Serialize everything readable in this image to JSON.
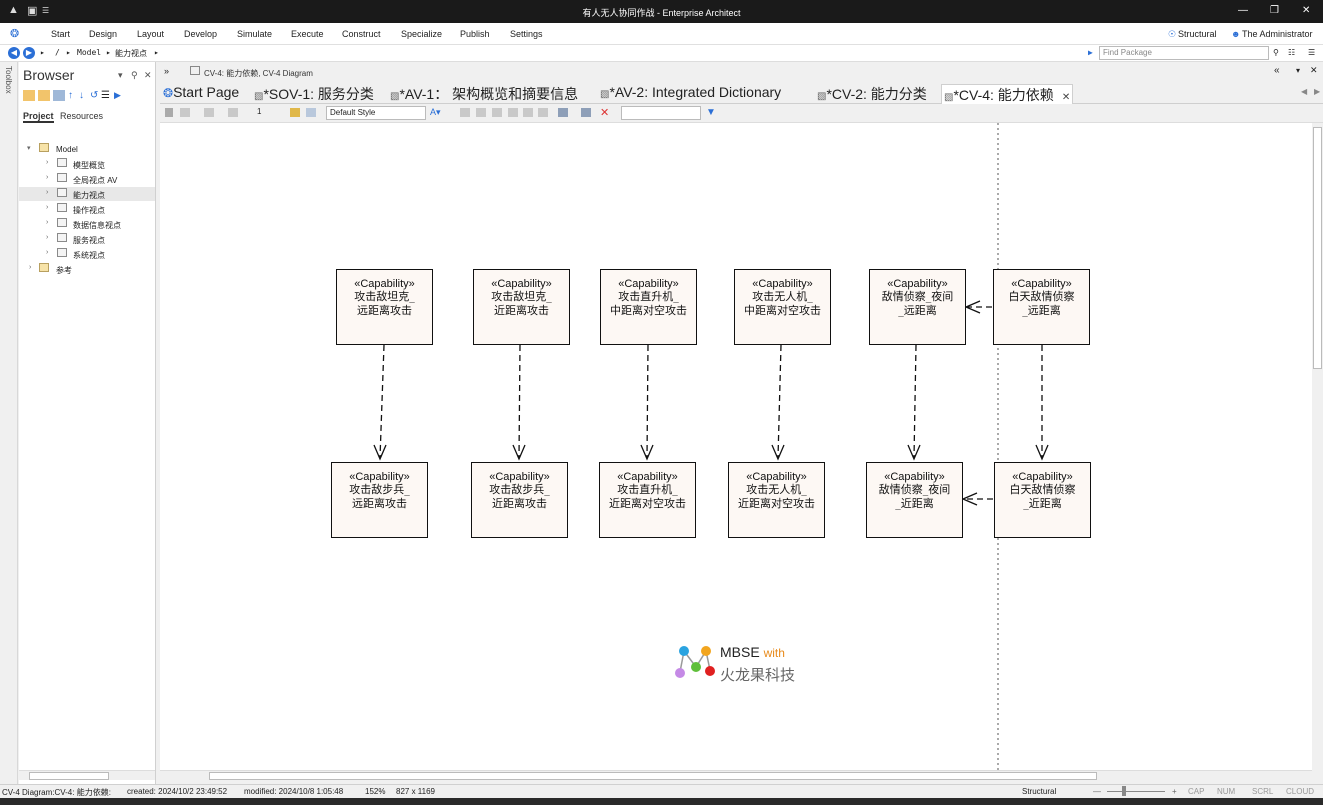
{
  "window": {
    "title": "有人无人协同作战 - Enterprise Architect"
  },
  "menu": {
    "items": [
      "Start",
      "Design",
      "Layout",
      "Develop",
      "Simulate",
      "Execute",
      "Construct",
      "Specialize",
      "Publish",
      "Settings"
    ],
    "perspective": "Structural",
    "user": "The Administrator"
  },
  "nav": {
    "path_sep": "/",
    "crumb_model": "Model",
    "crumb_view": "能力视点",
    "find_placeholder": "Find Package"
  },
  "toolbox": {
    "label": "Toolbox"
  },
  "browser": {
    "title": "Browser",
    "tabs": [
      "Project",
      "Resources"
    ],
    "tree": [
      {
        "label": "Model",
        "level": 0,
        "kind": "folder",
        "expanded": true
      },
      {
        "label": "模型概览",
        "level": 1,
        "kind": "package"
      },
      {
        "label": "全局视点 AV",
        "level": 1,
        "kind": "package"
      },
      {
        "label": "能力视点",
        "level": 1,
        "kind": "package",
        "selected": true
      },
      {
        "label": "操作视点",
        "level": 1,
        "kind": "package"
      },
      {
        "label": "数据信息视点",
        "level": 1,
        "kind": "package"
      },
      {
        "label": "服务视点",
        "level": 1,
        "kind": "package"
      },
      {
        "label": "系统视点",
        "level": 1,
        "kind": "package"
      },
      {
        "label": "参考",
        "level": 0,
        "kind": "folder"
      }
    ]
  },
  "diagram_header": "CV-4: 能力依赖,  CV-4 Diagram",
  "tabs": [
    {
      "label": "Start Page",
      "active": false
    },
    {
      "label": "*SOV-1: 服务分类",
      "active": false
    },
    {
      "label": "*AV-1： 架构概览和摘要信息",
      "active": false
    },
    {
      "label": "*AV-2: Integrated Dictionary",
      "active": false
    },
    {
      "label": "*CV-2: 能力分类",
      "active": false
    },
    {
      "label": "*CV-4: 能力依赖",
      "active": true
    }
  ],
  "diagram_toolbar": {
    "style": "Default Style",
    "line_width": "1"
  },
  "diagram": {
    "stereotype": "«Capability»",
    "top_row": [
      "攻击敌坦克_\n远距离攻击",
      "攻击敌坦克_\n近距离攻击",
      "攻击直升机_\n中距离对空攻击",
      "攻击无人机_\n中距离对空攻击",
      "敌情侦察_夜间\n_远距离",
      "白天敌情侦察\n_远距离"
    ],
    "bottom_row": [
      "攻击敌步兵_\n远距离攻击",
      "攻击敌步兵_\n近距离攻击",
      "攻击直升机_\n近距离对空攻击",
      "攻击无人机_\n近距离对空攻击",
      "敌情侦察_夜间\n_近距离",
      "白天敌情侦察\n_近距离"
    ]
  },
  "logo": {
    "line1": "MBSE",
    "line1_suffix": "with",
    "line2": "火龙果科技"
  },
  "status": {
    "diagram": "CV-4 Diagram:CV-4: 能力依赖:",
    "created": "created: 2024/10/2 23:49:52",
    "modified": "modified: 2024/10/8 1:05:48",
    "zoom": "152%",
    "size": "827 x 1169",
    "perspective": "Structural",
    "indicators": [
      "CAP",
      "NUM",
      "SCRL",
      "CLOUD"
    ]
  },
  "colors": {
    "titlebar": "#1a1a1a",
    "capability_fill": "#fdf8f4",
    "accent_blue": "#2b6fd6",
    "logo_orange": "#e88a1a"
  }
}
